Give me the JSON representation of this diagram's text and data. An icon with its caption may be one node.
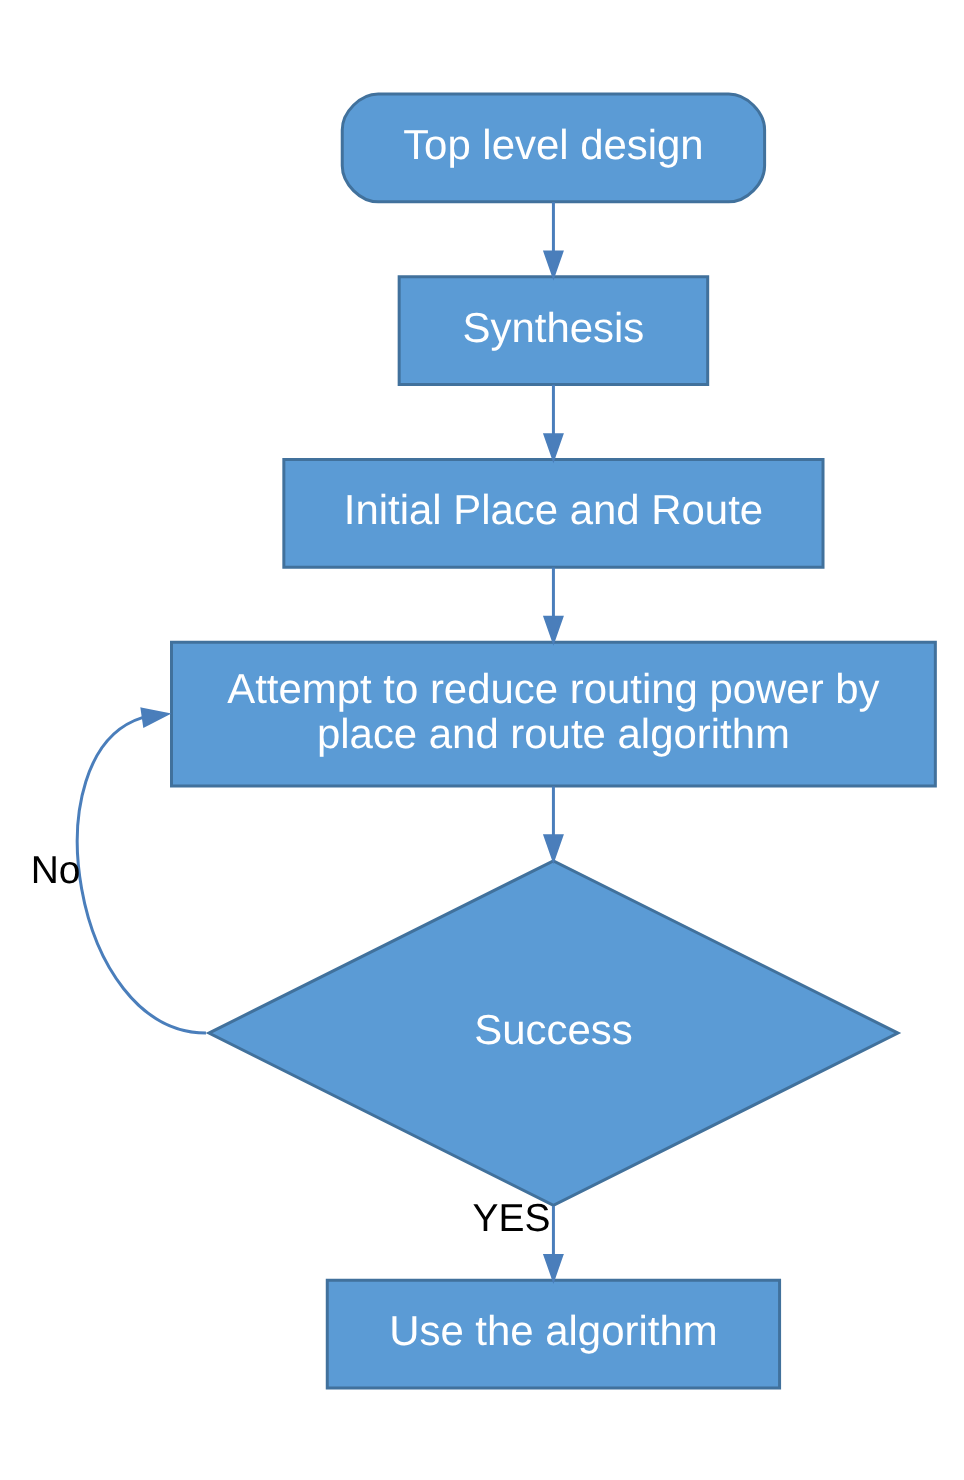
{
  "diagram": {
    "nodes": [
      {
        "text": [
          "Top level design"
        ]
      },
      {
        "text": [
          "Synthesis"
        ]
      },
      {
        "text": [
          "Initial Place and Route"
        ]
      },
      {
        "text": [
          "Attempt to reduce routing power by place and route algorithm"
        ]
      },
      {
        "text": [
          "Success"
        ]
      },
      {
        "text": [
          "Use the algorithm"
        ]
      }
    ],
    "edges": [
      {
        "from": 0,
        "to": 1,
        "arrow": "to"
      },
      {
        "from": 1,
        "to": 2,
        "arrow": "to"
      },
      {
        "from": 2,
        "to": 3,
        "arrow": "to"
      },
      {
        "from": 3,
        "to": 4,
        "arrow": "to"
      },
      {
        "from": 4,
        "to": 3,
        "arrow": "to",
        "label": "No"
      },
      {
        "from": 4,
        "to": 5,
        "arrow": "to",
        "label": "YES"
      }
    ]
  }
}
